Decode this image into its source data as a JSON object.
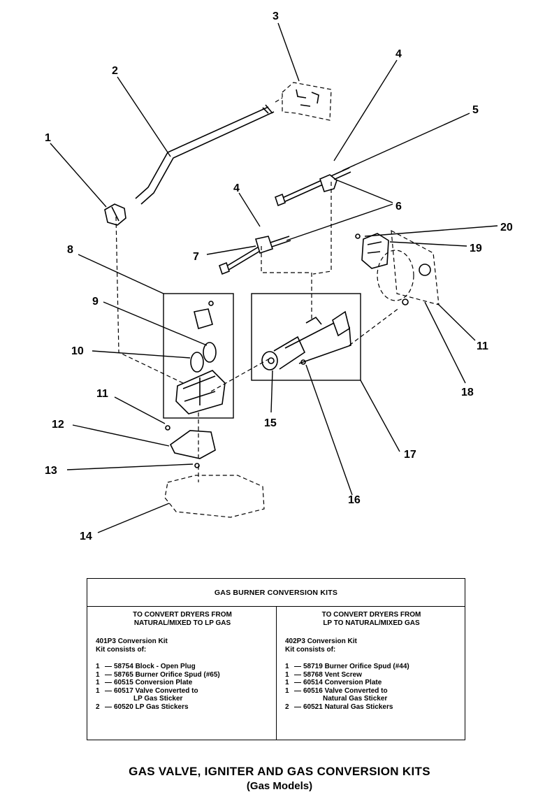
{
  "diagram": {
    "callouts": {
      "c1": "1",
      "c2": "2",
      "c3": "3",
      "c4a": "4",
      "c4b": "4",
      "c5": "5",
      "c6": "6",
      "c7": "7",
      "c8": "8",
      "c9": "9",
      "c10": "10",
      "c11a": "11",
      "c11b": "11",
      "c12": "12",
      "c13": "13",
      "c14": "14",
      "c15": "15",
      "c16": "16",
      "c17": "17",
      "c18": "18",
      "c19": "19",
      "c20": "20"
    }
  },
  "table": {
    "title": "GAS BURNER CONVERSION KITS",
    "left": {
      "heading_line1": "TO CONVERT DRYERS FROM",
      "heading_line2": "NATURAL/MIXED TO LP GAS",
      "kit_name": "401P3 Conversion Kit",
      "kit_consists": "Kit consists of:",
      "items": [
        {
          "qty": "1",
          "desc": "58754 Block - Open Plug",
          "desc2": ""
        },
        {
          "qty": "1",
          "desc": "58765 Burner Orifice Spud (#65)",
          "desc2": ""
        },
        {
          "qty": "1",
          "desc": "60515 Conversion Plate",
          "desc2": ""
        },
        {
          "qty": "1",
          "desc": "60517 Valve Converted to",
          "desc2": "LP Gas Sticker"
        },
        {
          "qty": "2",
          "desc": "60520 LP Gas Stickers",
          "desc2": ""
        }
      ]
    },
    "right": {
      "heading_line1": "TO CONVERT DRYERS FROM",
      "heading_line2": "LP TO NATURAL/MIXED GAS",
      "kit_name": "402P3 Conversion Kit",
      "kit_consists": "Kit consists of:",
      "items": [
        {
          "qty": "1",
          "desc": "58719 Burner Orifice Spud (#44)",
          "desc2": ""
        },
        {
          "qty": "1",
          "desc": "58768 Vent Screw",
          "desc2": ""
        },
        {
          "qty": "1",
          "desc": "60514 Conversion Plate",
          "desc2": ""
        },
        {
          "qty": "1",
          "desc": "60516 Valve Converted to",
          "desc2": "Natural Gas Sticker"
        },
        {
          "qty": "2",
          "desc": "60521 Natural Gas Stickers",
          "desc2": ""
        }
      ]
    }
  },
  "page": {
    "title": "GAS VALVE, IGNITER AND GAS CONVERSION KITS",
    "subtitle": "(Gas Models)"
  }
}
